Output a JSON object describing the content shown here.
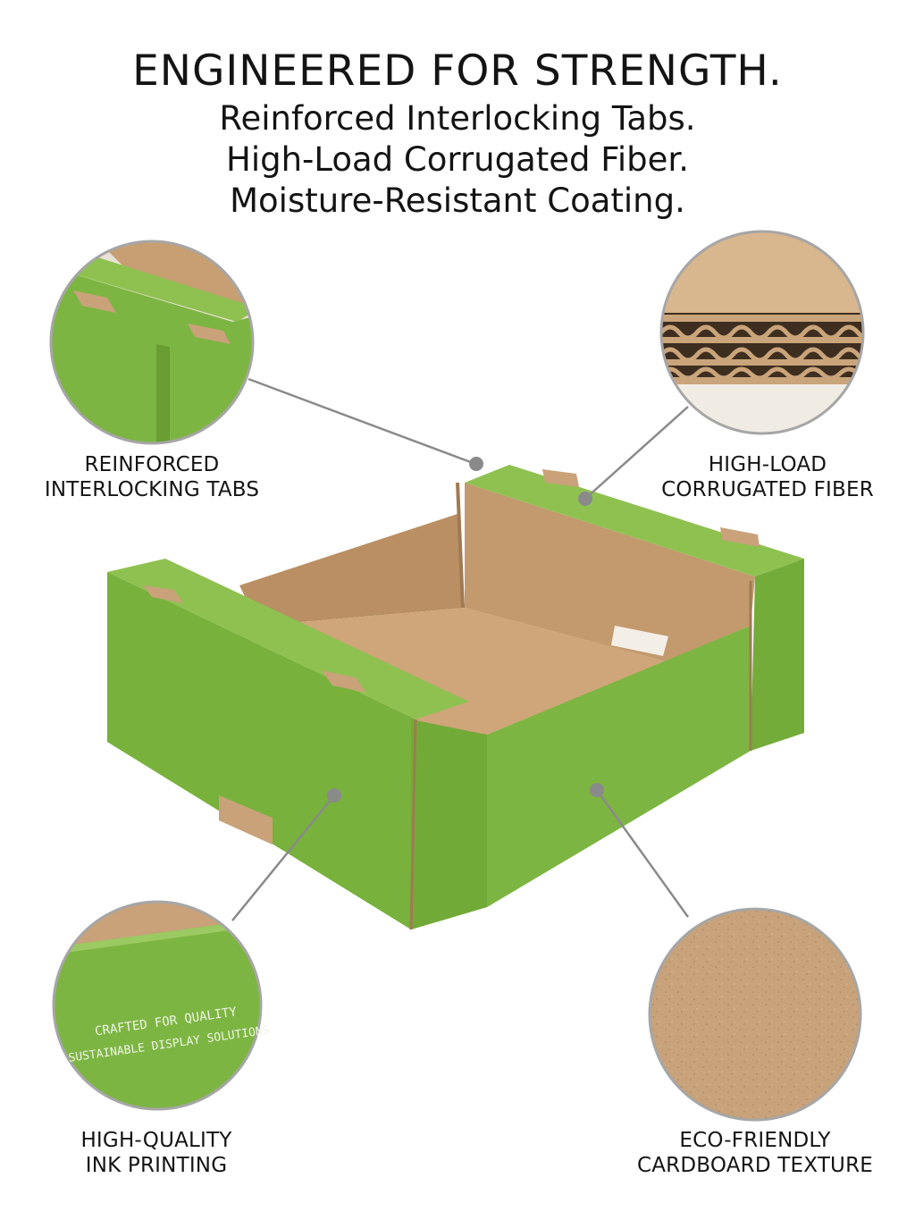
{
  "header": {
    "headline": "ENGINEERED FOR STRENGTH.",
    "line1": "Reinforced Interlocking Tabs.",
    "line2": "High-Load Corrugated Fiber.",
    "line3": "Moisture-Resistant Coating."
  },
  "callouts": {
    "tabs": {
      "line1": "REINFORCED",
      "line2": "INTERLOCKING TABS"
    },
    "fiber": {
      "line1": "HIGH-LOAD",
      "line2": "CORRUGATED FIBER"
    },
    "ink": {
      "line1": "HIGH-QUALITY",
      "line2": "INK PRINTING"
    },
    "eco": {
      "line1": "ECO-FRIENDLY",
      "line2": "CARDBOARD TEXTURE"
    }
  },
  "print_sample": {
    "line1": "CRAFTED FOR QUALITY",
    "line2": "SUSTAINABLE DISPLAY SOLUTIONS"
  },
  "colors": {
    "green": "#7cb342",
    "kraft": "#c9a27a",
    "leader": "#8a8a8a"
  }
}
